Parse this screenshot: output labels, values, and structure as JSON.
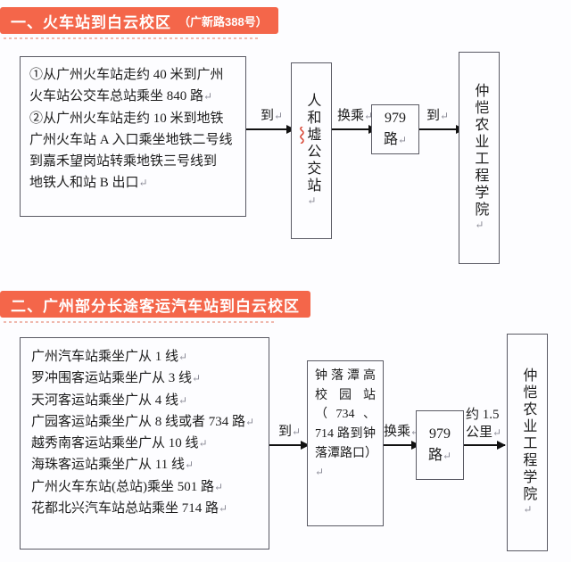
{
  "page": {
    "accent_color": "#f4664a",
    "dotted_color": "#f0b9ae",
    "box_border_color": "#5a5a64"
  },
  "section1": {
    "number": "一、",
    "title": "火车站到白云校区",
    "subtitle": "（广新路388号）",
    "routes_box": {
      "lines": [
        "①从广州火车站走约 40 米到广州",
        "火车站公交车总站乘坐 840 路",
        "②从广州火车站走约 10 米到地铁",
        "广州火车站 A 入口乘坐地铁二号线",
        "到嘉禾望岗站转乘地铁三号线到",
        "地铁人和站 B 出口"
      ]
    },
    "stop_box": {
      "text": "人和墟公交站",
      "misspelled_char": "墟"
    },
    "bus_box": {
      "line1": "979",
      "line2": "路"
    },
    "destination_box": {
      "text": "仲恺农业工程学院"
    },
    "arrow_labels": {
      "to_stop": "到",
      "transfer": "换乘",
      "to_destination": "到"
    }
  },
  "section2": {
    "number": "二、",
    "title": "广州部分长途客运汽车站到白云校区",
    "subtitle": "",
    "routes_box": {
      "lines": [
        "广州汽车站乘坐广从 1 线",
        "罗冲围客运站乘坐广从 3 线",
        "天河客运站乘坐广从 4 线",
        "广园客运站乘坐广从 8 线或者 734 路",
        "越秀南客运站乘坐广从 10 线",
        "海珠客运站乘坐广从 11 线",
        "广州火车东站(总站)乘坐 501 路",
        "花都北兴汽车站总站乘坐 714 路"
      ]
    },
    "hub_box": {
      "text": "钟落潭高校园站（734、714 路到钟落潭路口）"
    },
    "bus_box": {
      "line1": "979",
      "line2": "路"
    },
    "destination_box": {
      "text": "仲恺农业工程学院"
    },
    "arrow_labels": {
      "to_hub": "到",
      "transfer": "换乘",
      "distance_line1": "约 1.5",
      "distance_line2": "公里"
    }
  },
  "glyphs": {
    "pilcrow": "↵"
  }
}
